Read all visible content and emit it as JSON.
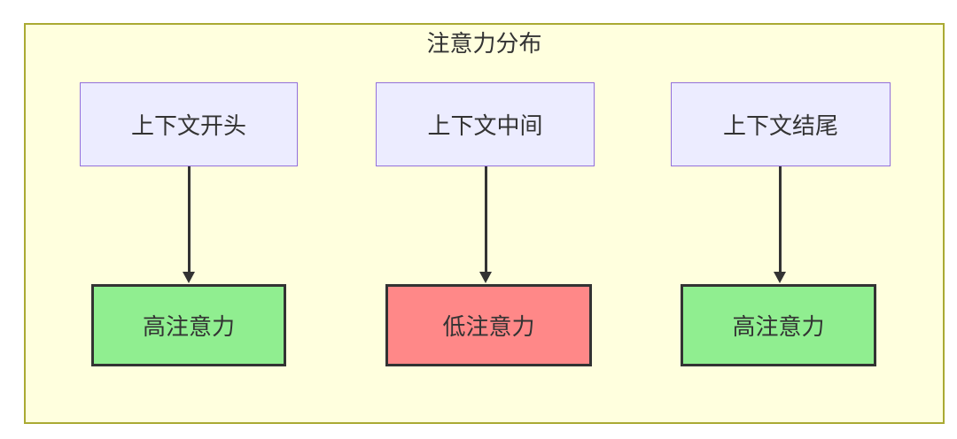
{
  "diagram": {
    "title": "注意力分布",
    "text_color": "#333333",
    "arrow_color": "#333333",
    "container": {
      "fill": "#ffffde",
      "border": "#aaaa33"
    },
    "columns": [
      {
        "source": {
          "label": "上下文开头",
          "fill": "#ececff",
          "border": "#9370db"
        },
        "target": {
          "label": "高注意力",
          "fill": "#90ee90",
          "border": "#333333"
        }
      },
      {
        "source": {
          "label": "上下文中间",
          "fill": "#ececff",
          "border": "#9370db"
        },
        "target": {
          "label": "低注意力",
          "fill": "#ff8888",
          "border": "#333333"
        }
      },
      {
        "source": {
          "label": "上下文结尾",
          "fill": "#ececff",
          "border": "#9370db"
        },
        "target": {
          "label": "高注意力",
          "fill": "#90ee90",
          "border": "#333333"
        }
      }
    ]
  }
}
